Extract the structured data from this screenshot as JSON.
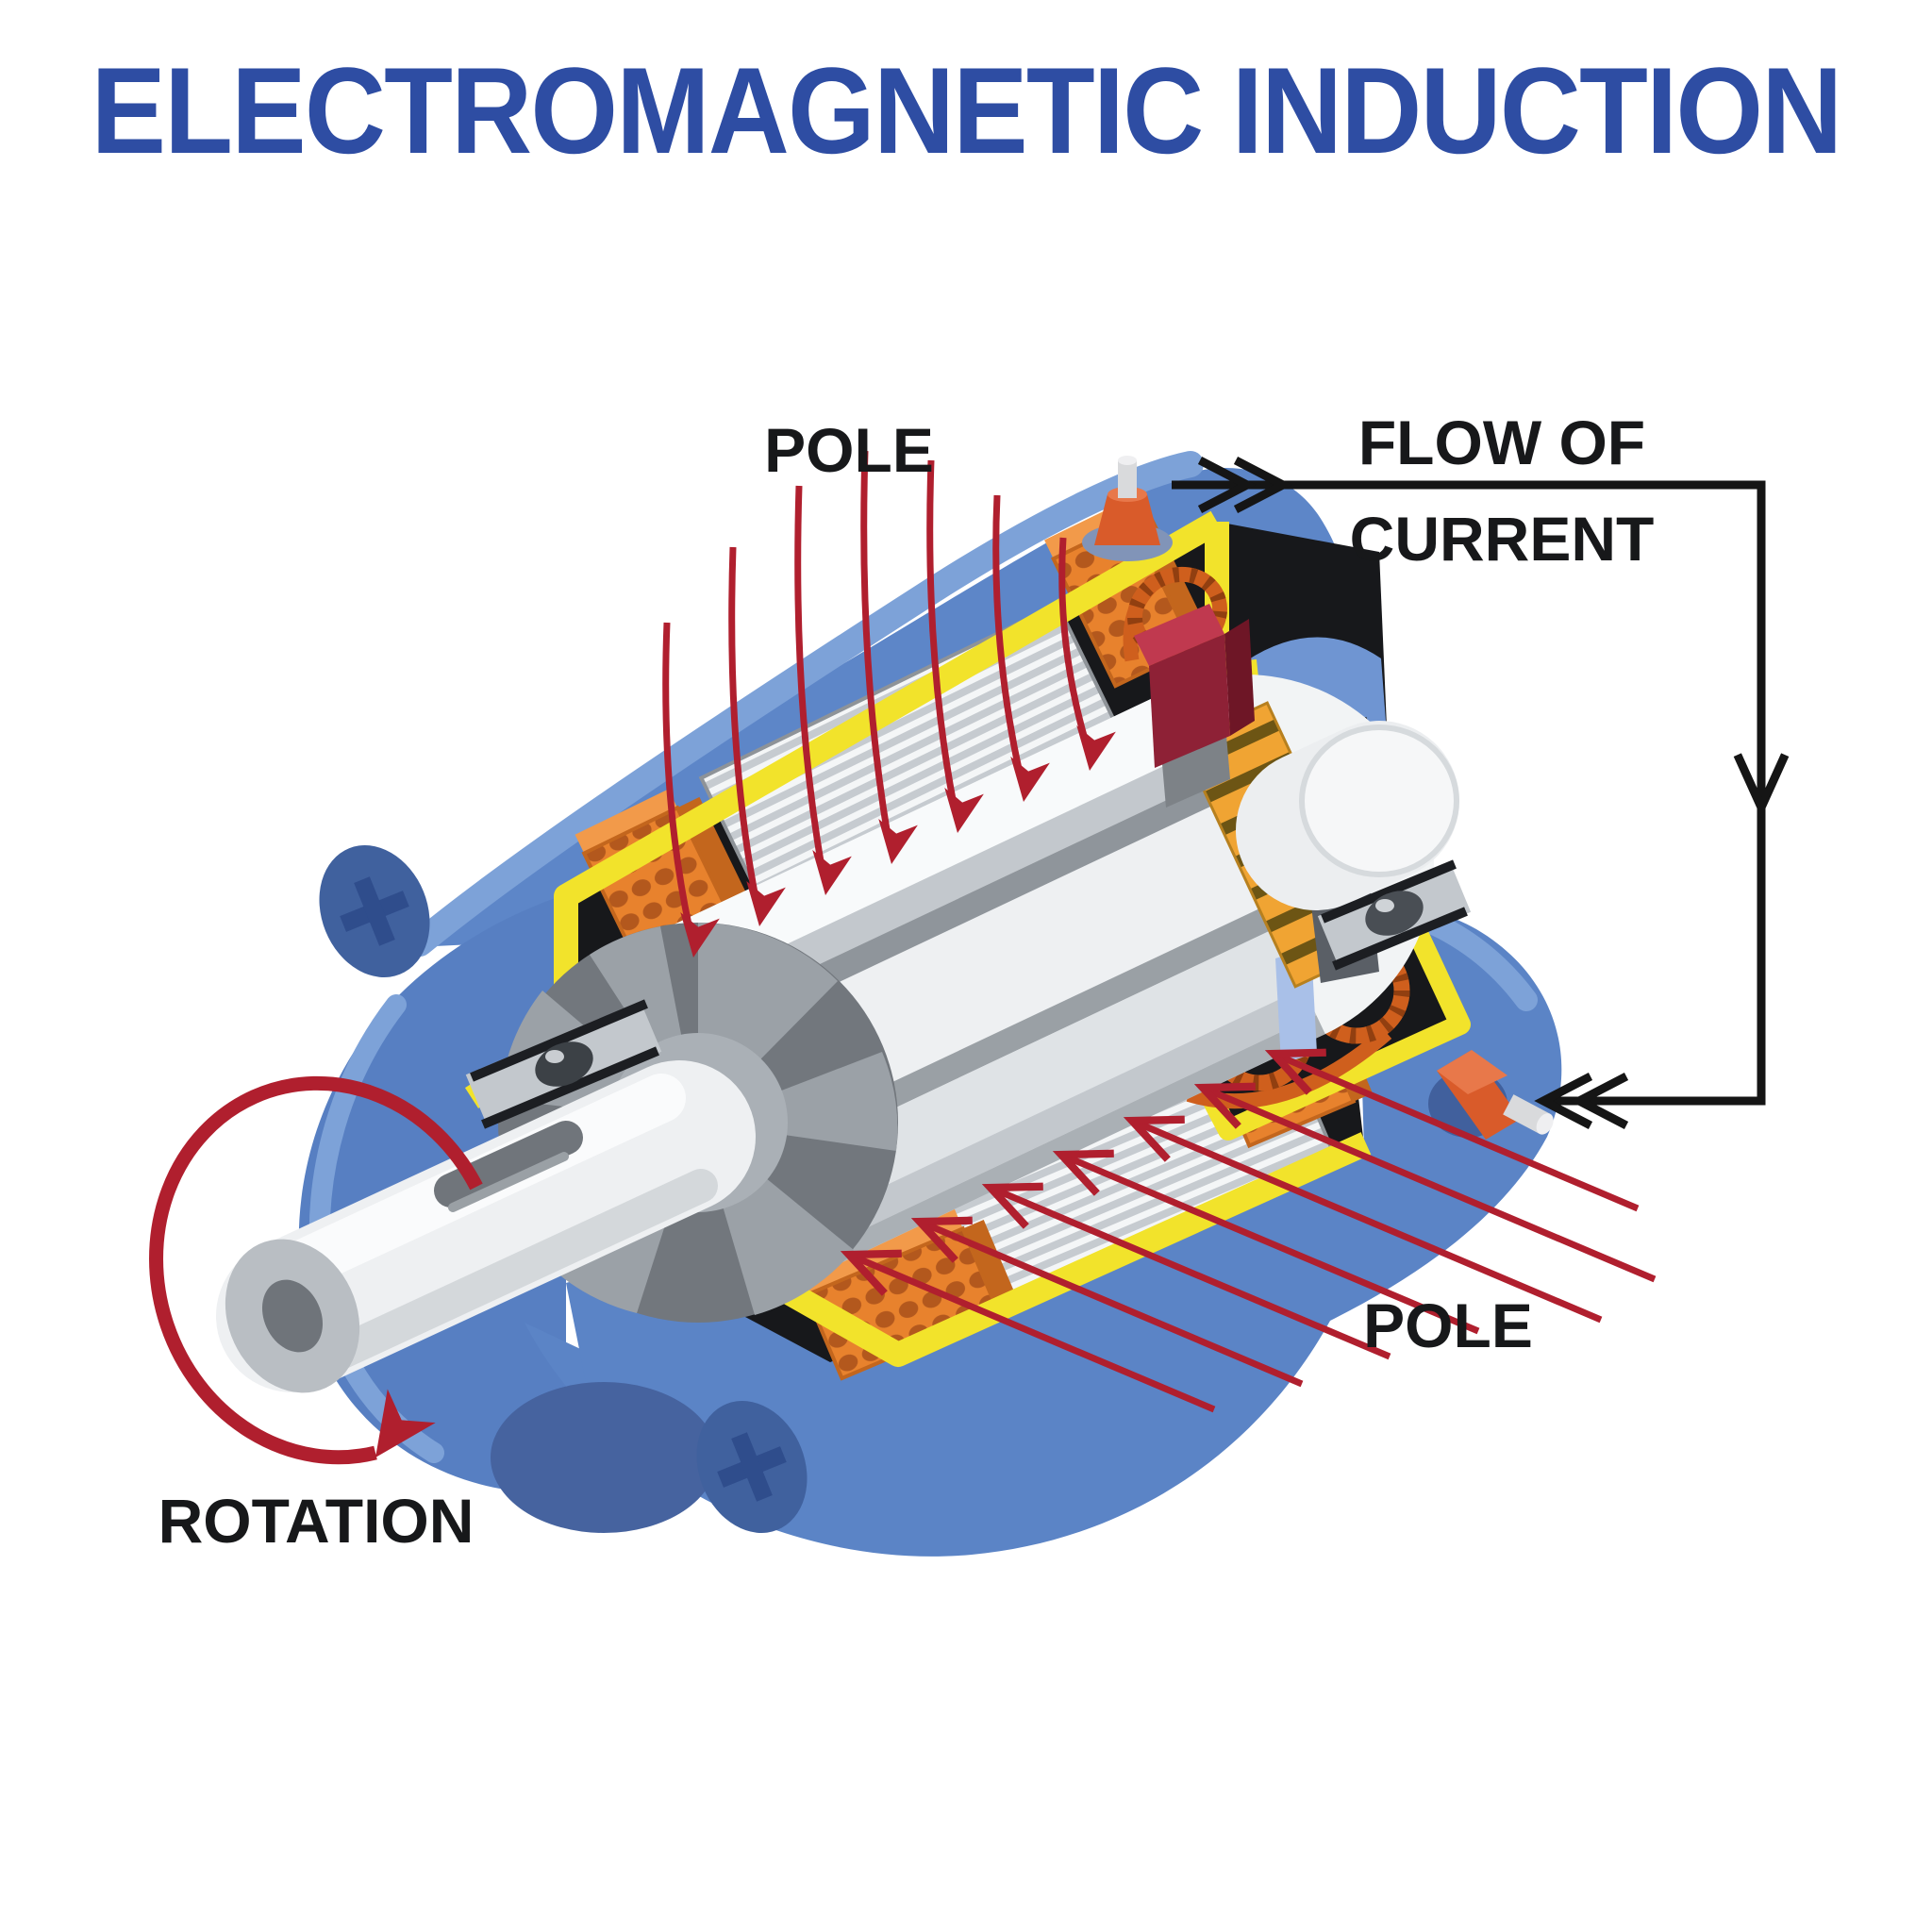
{
  "title": {
    "text": "ELECTROMAGNETIC INDUCTION",
    "color": "#2e4da3"
  },
  "labels": {
    "pole_top": "POLE",
    "pole_bottom": "POLE",
    "flow_line1": "FLOW OF",
    "flow_line2": "CURRENT",
    "rotation": "ROTATION"
  },
  "colors": {
    "title_blue": "#2e4da3",
    "label_black": "#17181a",
    "housing_blue": "#5b84c6",
    "housing_highlight": "#7da2d8",
    "housing_shadow": "#46639f",
    "cut_edge_yellow": "#f2e32b",
    "interior_black": "#17181b",
    "coil_block_orange": "#e8822d",
    "coil_block_dot": "#b3581d",
    "lamination_gray": "#c9ced2",
    "rotor_light": "#eef0f2",
    "rotor_groove": "#8f959b",
    "commutator_gold": "#f0a433",
    "commutator_stripe": "#6d5514",
    "brush_red": "#8e2136",
    "winding_rope_orange": "#cf5f1d",
    "terminal_orange": "#d95b2a",
    "field_line_red": "#b01f2e",
    "circuit_line_black": "#151515"
  }
}
